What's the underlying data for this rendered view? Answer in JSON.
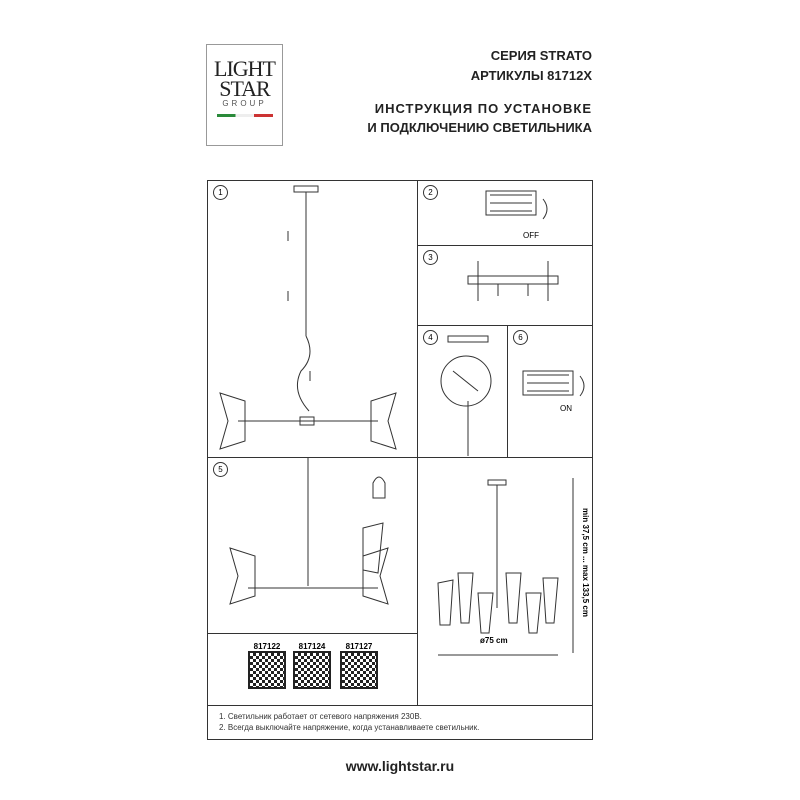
{
  "logo": {
    "line1": "LIGHT",
    "line2": "STAR",
    "line3": "GROUP"
  },
  "header": {
    "series": "СЕРИЯ STRATO",
    "articles": "АРТИКУЛЫ 81712X",
    "title1": "ИНСТРУКЦИЯ ПО УСТАНОВКЕ",
    "title2": "И ПОДКЛЮЧЕНИЮ СВЕТИЛЬНИКА"
  },
  "steps": {
    "s1": "1",
    "s2": "2",
    "s3": "3",
    "s4": "4",
    "s5": "5",
    "s6": "6"
  },
  "labels": {
    "off": "OFF",
    "on": "ON",
    "diameter": "ø75 cm",
    "height": "min 37,5 cm ... max 133,5 cm"
  },
  "qr": [
    {
      "code": "817122"
    },
    {
      "code": "817124"
    },
    {
      "code": "817127"
    }
  ],
  "notes": [
    "1. Светильник работает от сетевого напряжения 230В.",
    "2. Всегда выключайте напряжение, когда устанавливаете светильник."
  ],
  "footer": {
    "url": "www.lightstar.ru"
  }
}
